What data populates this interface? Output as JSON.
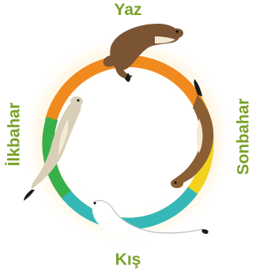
{
  "seasons": {
    "summer": "Yaz",
    "autumn": "Sonbahar",
    "winter": "Kış",
    "spring": "İlkbahar"
  },
  "colors": {
    "label": "#7aa22a",
    "ring_orange": "#f08a1f",
    "ring_yellow": "#f2d21d",
    "ring_teal": "#36b7b8",
    "ring_green": "#38b04a",
    "ring_lime": "#9cc93a",
    "summer_fur": "#7b5433",
    "autumn_fur": "#8a5f33",
    "winter_fur": "#ffffff",
    "spring_fur": "#d9cfb8",
    "tail_tip": "#1b1b1b",
    "belly": "#f4ead4"
  }
}
